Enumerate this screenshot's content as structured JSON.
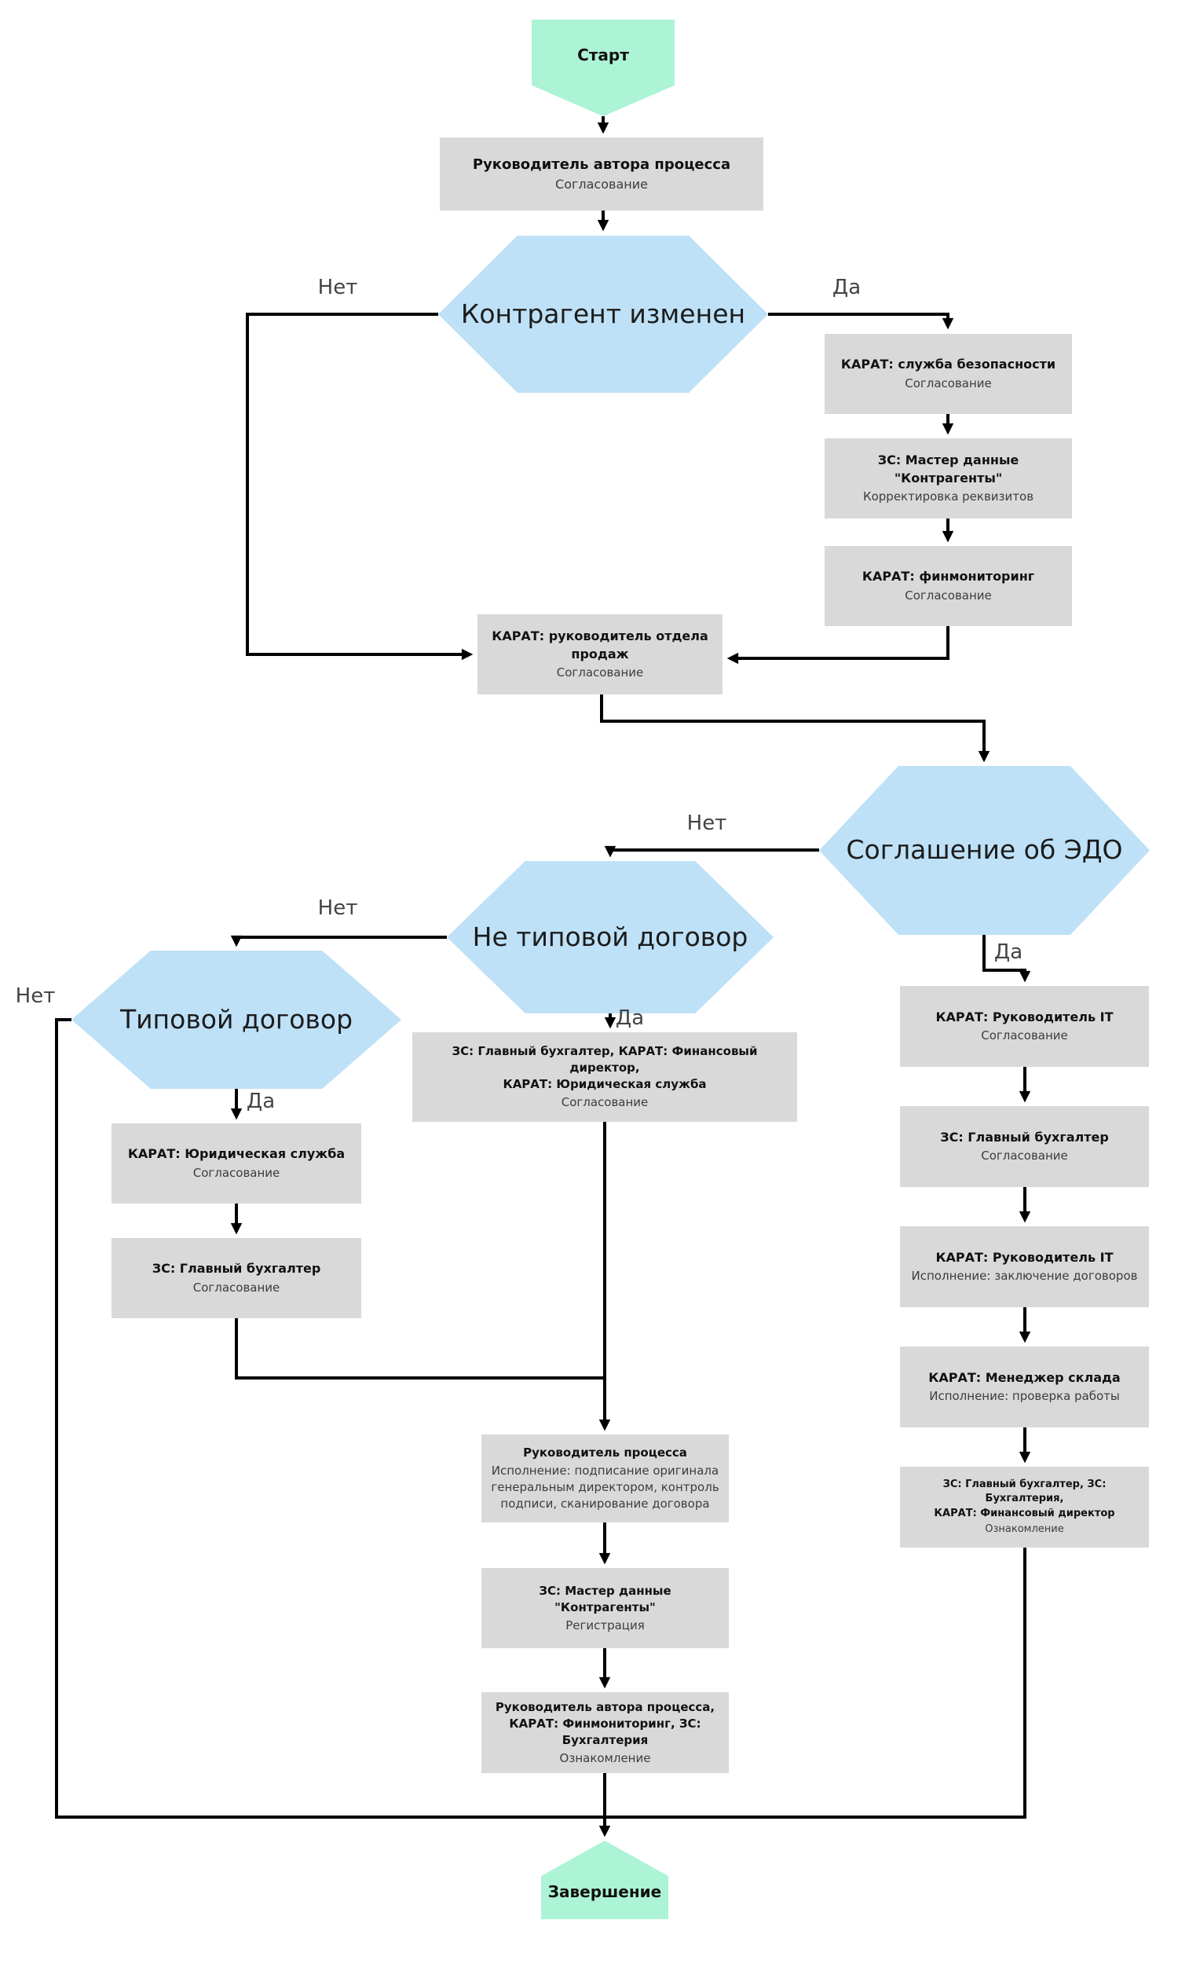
{
  "diagram": {
    "colors": {
      "background": "#ffffff",
      "task_fill": "#d9d9d9",
      "decision_fill": "#bee1f7",
      "terminal_fill": "#adf3d6",
      "connector": "#000000",
      "edge_label_text": "#444444"
    },
    "edge_labels": {
      "yes": "Да",
      "no": "Нет"
    },
    "nodes": {
      "start": {
        "label": "Старт"
      },
      "author_head": {
        "title": "Руководитель автора процесса",
        "subtitle": "Согласование"
      },
      "decision_contragent": {
        "label": "Контрагент изменен"
      },
      "security": {
        "title": "КАРАТ: служба безопасности",
        "subtitle": "Согласование"
      },
      "master_data_fix": {
        "title": "ЗС: Мастер данные\n\"Контрагенты\"",
        "subtitle": "Корректировка реквизитов"
      },
      "finmonitoring": {
        "title": "КАРАТ: финмониторинг",
        "subtitle": "Согласование"
      },
      "sales_head": {
        "title": "КАРАТ: руководитель отдела\nпродаж",
        "subtitle": "Согласование"
      },
      "decision_edo": {
        "label": "Соглашение об ЭДО"
      },
      "decision_non_typical": {
        "label": "Не типовой договор"
      },
      "decision_typical": {
        "label": "Типовой договор"
      },
      "joint_approval": {
        "title": "ЗС: Главный бухгалтер, КАРАТ: Финансовый директор,\nКАРАТ: Юридическая служба",
        "subtitle": "Согласование"
      },
      "legal": {
        "title": "КАРАТ: Юридическая служба",
        "subtitle": "Согласование"
      },
      "chief_accountant_left": {
        "title": "ЗС: Главный бухгалтер",
        "subtitle": "Согласование"
      },
      "it_head_approval": {
        "title": "КАРАТ: Руководитель IT",
        "subtitle": "Согласование"
      },
      "chief_accountant_right": {
        "title": "ЗС: Главный бухгалтер",
        "subtitle": "Согласование"
      },
      "it_head_execution": {
        "title": "КАРАТ: Руководитель IT",
        "subtitle": "Исполнение: заключение договоров"
      },
      "warehouse_manager": {
        "title": "КАРАТ:  Менеджер склада",
        "subtitle": "Исполнение: проверка работы"
      },
      "acquaintance_right": {
        "title": "ЗС: Главный бухгалтер, ЗС: Бухгалтерия,\nКАРАТ: Финансовый директор",
        "subtitle": "Ознакомление"
      },
      "process_head": {
        "title": "Руководитель процесса",
        "subtitle": "Исполнение: подписание оригинала\nгенеральным директором, контроль\nподписи, сканирование договора"
      },
      "master_data_reg": {
        "title": "ЗС: Мастер данные\n\"Контрагенты\"",
        "subtitle": "Регистрация"
      },
      "acquaintance_center": {
        "title": "Руководитель автора процесса,\nКАРАТ: Финмониторинг, ЗС:\nБухгалтерия",
        "subtitle": "Ознакомление"
      },
      "end": {
        "label": "Завершение"
      }
    }
  }
}
